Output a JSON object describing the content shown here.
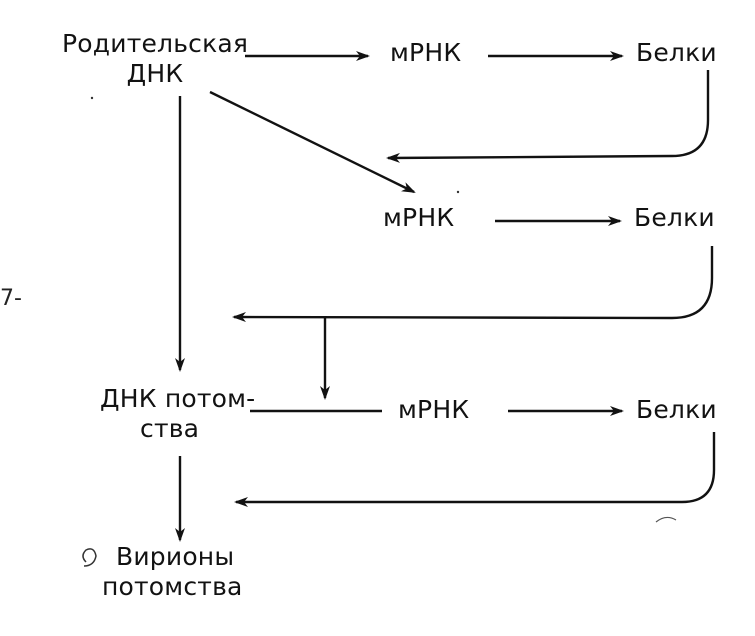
{
  "diagram": {
    "parent_dna": {
      "line1": "Родительская",
      "line2": "ДНК"
    },
    "row1": {
      "mrna": "мРНК",
      "proteins": "Белки"
    },
    "row2": {
      "mrna": "мРНК",
      "proteins": "Белки"
    },
    "progeny_dna": {
      "line1": "ДНК потом-",
      "line2": "ства"
    },
    "row3": {
      "mrna": "мРНК",
      "proteins": "Белки"
    },
    "progeny_virions": {
      "line1": "Вирионы",
      "line2": "потомства"
    },
    "margin_mark": "7-"
  },
  "colors": {
    "ink": "#121212",
    "paper": "#ffffff"
  }
}
